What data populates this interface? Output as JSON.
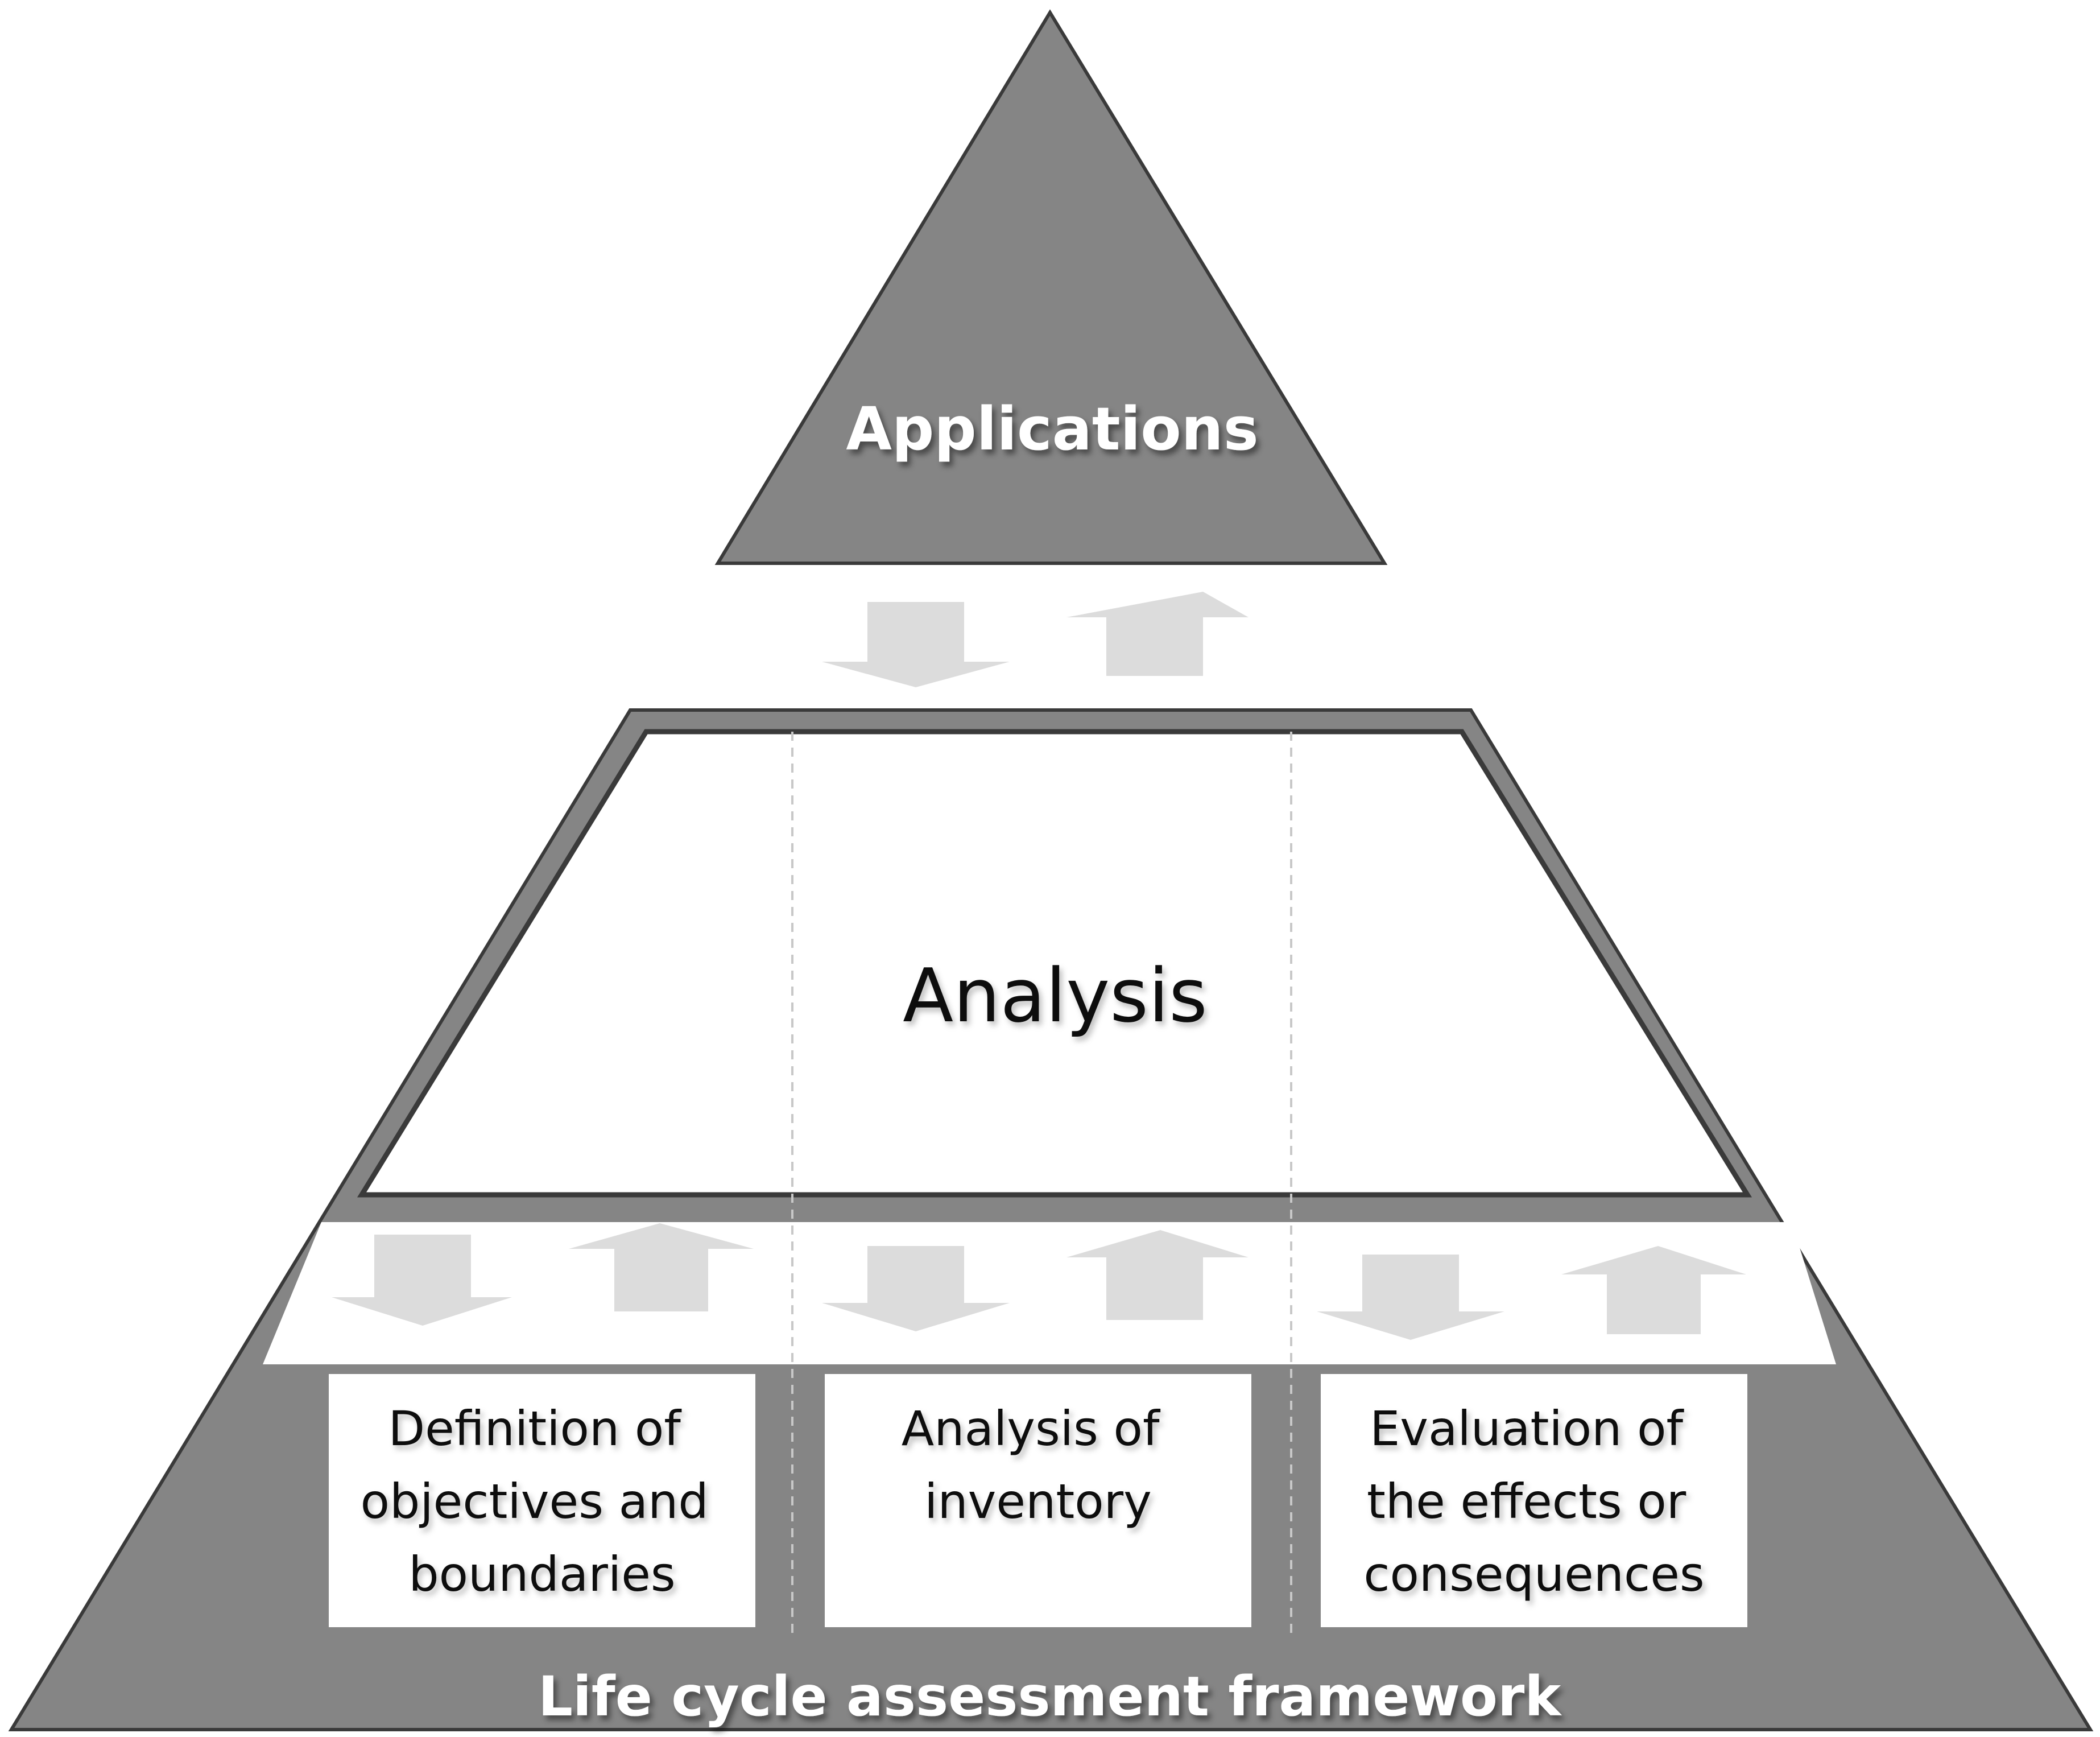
{
  "diagram": {
    "apex_label": "Applications",
    "analysis_label": "Analysis",
    "framework_label": "Life cycle assessment framework",
    "stages": [
      {
        "lines": [
          "Definition of",
          "objectives and",
          "boundaries"
        ]
      },
      {
        "lines": [
          "Analysis of",
          "inventory"
        ]
      },
      {
        "lines": [
          "Evaluation of",
          "the effects or",
          "consequences"
        ]
      }
    ],
    "colors": {
      "shape_fill": "#858585",
      "shape_stroke": "#3a3a3a",
      "panel_fill": "#ffffff",
      "arrow_fill": "#dcdcdc",
      "divider": "#c8c8c8"
    }
  }
}
